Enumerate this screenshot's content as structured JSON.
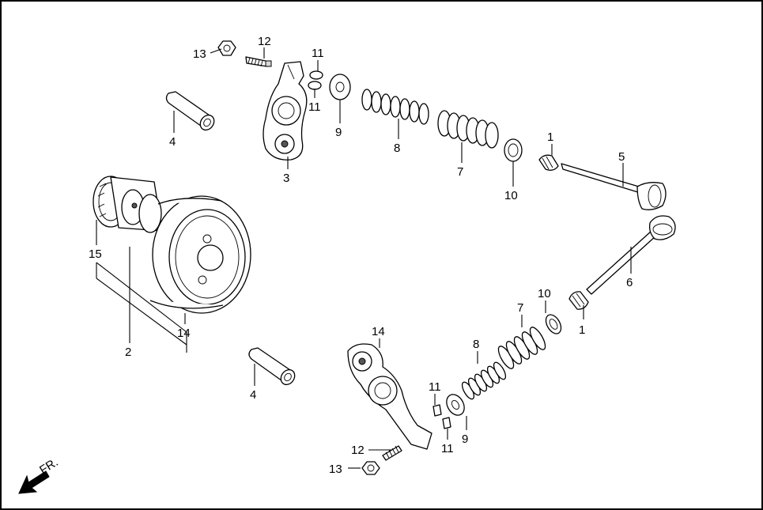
{
  "callouts": {
    "c13a": "13",
    "c12a": "12",
    "c11a": "11",
    "c11b": "11",
    "c9a": "9",
    "c8a": "8",
    "c7a": "7",
    "c10a": "10",
    "c1a": "1",
    "c5": "5",
    "c3": "3",
    "c4a": "4",
    "c15": "15",
    "c2": "2",
    "c14a": "14",
    "c6": "6",
    "c10b": "10",
    "c7b": "7",
    "c1b": "1",
    "c8b": "8",
    "c14b": "14",
    "c4b": "4",
    "c11c": "11",
    "c11d": "11",
    "c9b": "9",
    "c12b": "12",
    "c13b": "13"
  },
  "direction": {
    "label": "FR."
  }
}
